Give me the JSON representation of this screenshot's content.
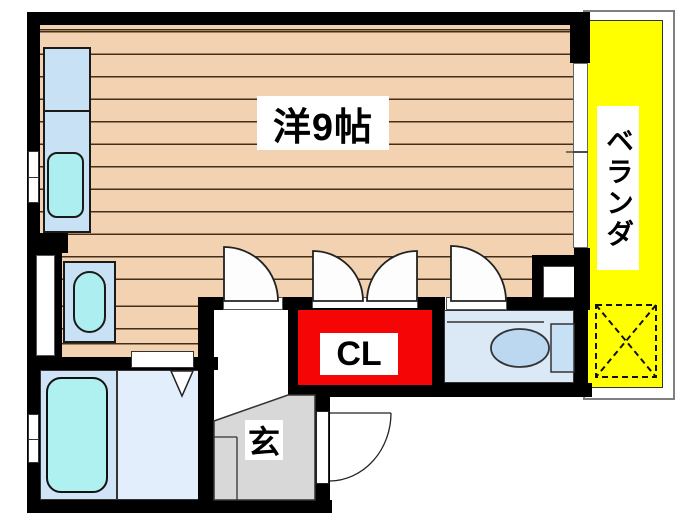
{
  "plan": {
    "rooms": {
      "main": {
        "label": "洋9帖"
      },
      "veranda": {
        "label": "ベランダ"
      },
      "closet": {
        "label": "CL"
      },
      "entrance": {
        "label": "玄"
      }
    },
    "fixtures": [
      "kitchen-counter",
      "kitchen-sink",
      "washbasin",
      "bathtub",
      "shower-room",
      "toilet",
      "washing-machine-pan",
      "sliding-window",
      "front-door",
      "closet-double-doors"
    ],
    "colors": {
      "wall": "#000000",
      "wood_floor": "#f2d2b0",
      "counter_blue": "#c9e1f4",
      "basin_cyan": "#adeff0",
      "closet_red": "#f50505",
      "veranda_yellow": "#ffff00",
      "entrance_gray": "#d8d8d8",
      "bath_floor": "#cfe4f6",
      "shower_floor": "#e2eefb",
      "toilet_floor": "#dbe9f7"
    }
  }
}
